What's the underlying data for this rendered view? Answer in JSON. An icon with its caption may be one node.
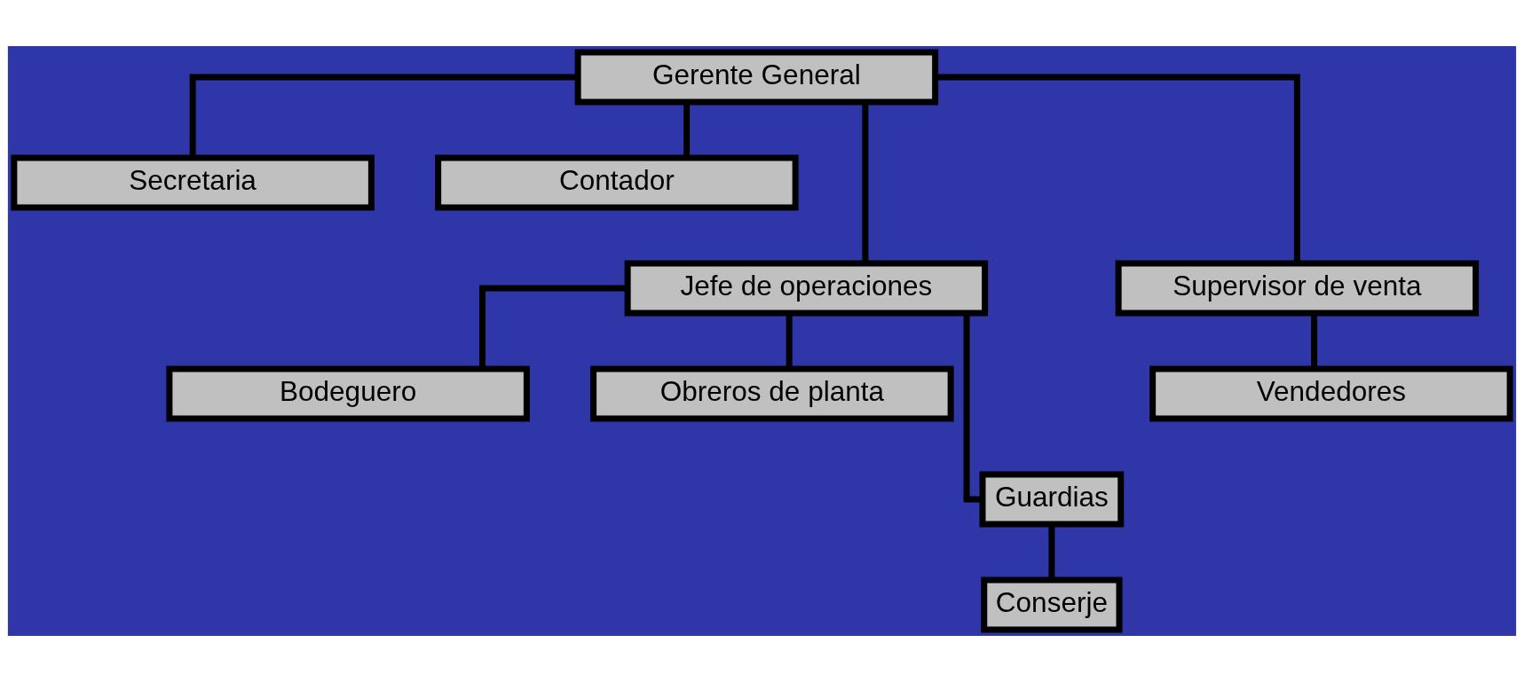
{
  "diagram": {
    "nodes": [
      {
        "text": [
          "Gerente General"
        ]
      },
      {
        "text": [
          "Secretaria"
        ]
      },
      {
        "text": [
          "Contador"
        ]
      },
      {
        "text": [
          "Jefe de operaciones"
        ]
      },
      {
        "text": [
          "Supervisor de venta"
        ]
      },
      {
        "text": [
          "Bodeguero"
        ]
      },
      {
        "text": [
          "Obreros de planta"
        ]
      },
      {
        "text": [
          "Vendedores"
        ]
      },
      {
        "text": [
          "Guardias"
        ]
      },
      {
        "text": [
          "Conserje"
        ]
      }
    ],
    "edges": [
      {
        "from": 0,
        "to": 1,
        "arrow": "none"
      },
      {
        "from": 0,
        "to": 2,
        "arrow": "none"
      },
      {
        "from": 0,
        "to": 3,
        "arrow": "none"
      },
      {
        "from": 0,
        "to": 4,
        "arrow": "none"
      },
      {
        "from": 3,
        "to": 5,
        "arrow": "none"
      },
      {
        "from": 3,
        "to": 6,
        "arrow": "none"
      },
      {
        "from": 3,
        "to": 8,
        "arrow": "none"
      },
      {
        "from": 4,
        "to": 7,
        "arrow": "none"
      },
      {
        "from": 8,
        "to": 9,
        "arrow": "none"
      }
    ]
  }
}
